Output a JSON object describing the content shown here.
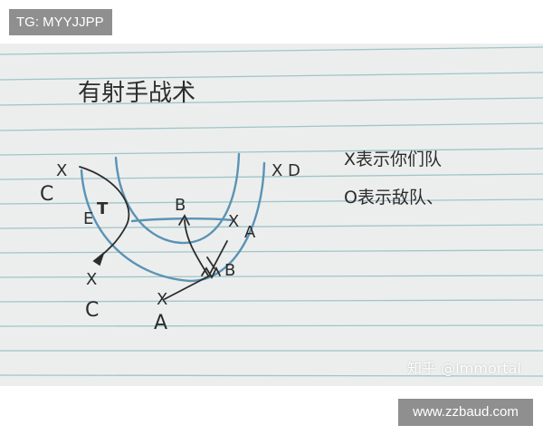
{
  "watermarks": {
    "top_left": "TG: MYYJJPP",
    "bottom_right": "www.zzbaud.com",
    "photo_credit": "知乎 @Immortal"
  },
  "note": {
    "title": "有射手战术",
    "legend": [
      "X表示你们队",
      "O表示敌队、"
    ],
    "labels": {
      "c_top": "C",
      "x_c_top": "X",
      "x_d": "X D",
      "e": "E",
      "b_top": "B",
      "x_a": "X",
      "a_right": "A",
      "b_right": "B",
      "x_c_bottom": "X",
      "c_bottom": "C",
      "x_a_bottom": "X",
      "a_bottom": "A"
    }
  },
  "colors": {
    "paper": "#eef0ee",
    "rule_line": "#7fb3b8",
    "blue_pencil": "#5b93b5",
    "ink": "#2c2c2c",
    "watermark_bg": "#8f8f8f"
  }
}
